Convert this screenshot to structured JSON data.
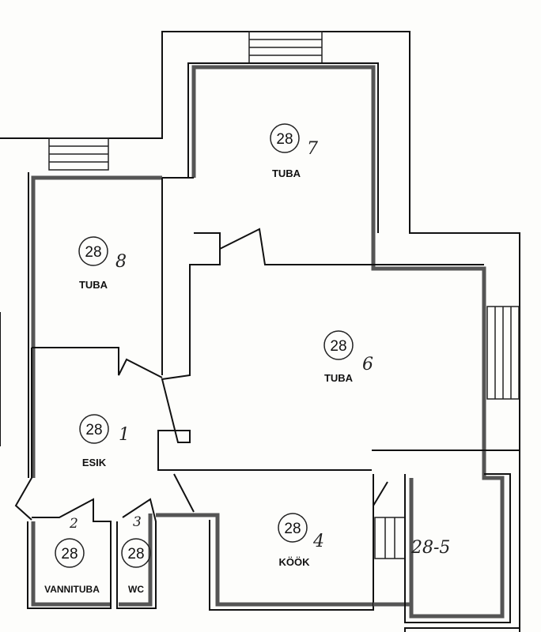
{
  "rooms": [
    {
      "id": "room-7",
      "code": "28",
      "number": "7",
      "name": "TUBA"
    },
    {
      "id": "room-8",
      "code": "28",
      "number": "8",
      "name": "TUBA"
    },
    {
      "id": "room-6",
      "code": "28",
      "number": "6",
      "name": "TUBA"
    },
    {
      "id": "room-1",
      "code": "28",
      "number": "1",
      "name": "ESIK"
    },
    {
      "id": "room-2",
      "code": "28",
      "number": "2",
      "name": "VANNITUBA"
    },
    {
      "id": "room-3",
      "code": "28",
      "number": "3",
      "name": "WC"
    },
    {
      "id": "room-4",
      "code": "28",
      "number": "4",
      "name": "KÖÖK"
    },
    {
      "id": "room-5",
      "label": "28-5"
    }
  ]
}
